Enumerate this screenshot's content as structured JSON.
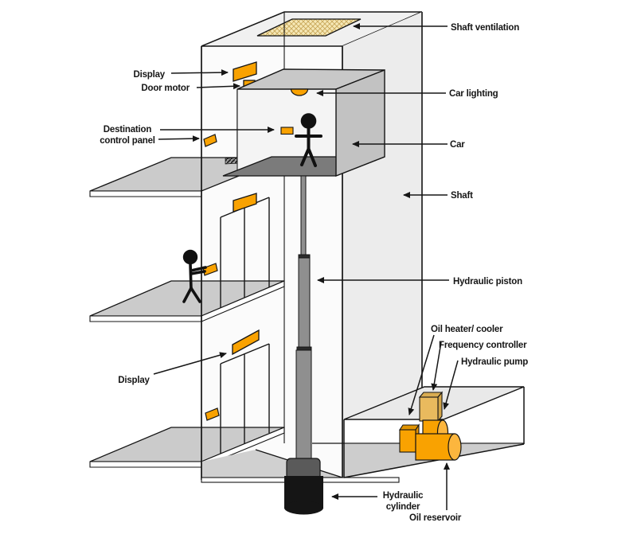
{
  "diagram": {
    "type": "hydraulic-elevator-cutaway",
    "colors": {
      "accent_orange": "#F9A201",
      "equipment_tan": "#E9BA5E",
      "outline": "#141414",
      "shaft_fill": "#ECECEC",
      "slab_fill": "#CBCBCB",
      "car_floor": "#7B7B7B",
      "vent_fill": "#F6E8B6",
      "piston_gray": "#8F8F8F",
      "cylinder_black": "#151515"
    },
    "labels": {
      "display_top": "Display",
      "door_motor": "Door motor",
      "destination_line1": "Destination",
      "destination_line2": "control panel",
      "display_bottom": "Display",
      "shaft_ventilation": "Shaft ventilation",
      "car_lighting": "Car lighting",
      "car": "Car",
      "shaft": "Shaft",
      "hydraulic_piston": "Hydraulic piston",
      "oil_heater_cooler": "Oil heater/ cooler",
      "frequency_controller": "Frequency controller",
      "hydraulic_pump": "Hydraulic pump",
      "hydraulic_cylinder_line1": "Hydraulic",
      "hydraulic_cylinder_line2": "cylinder",
      "oil_reservoir": "Oil reservoir"
    }
  }
}
